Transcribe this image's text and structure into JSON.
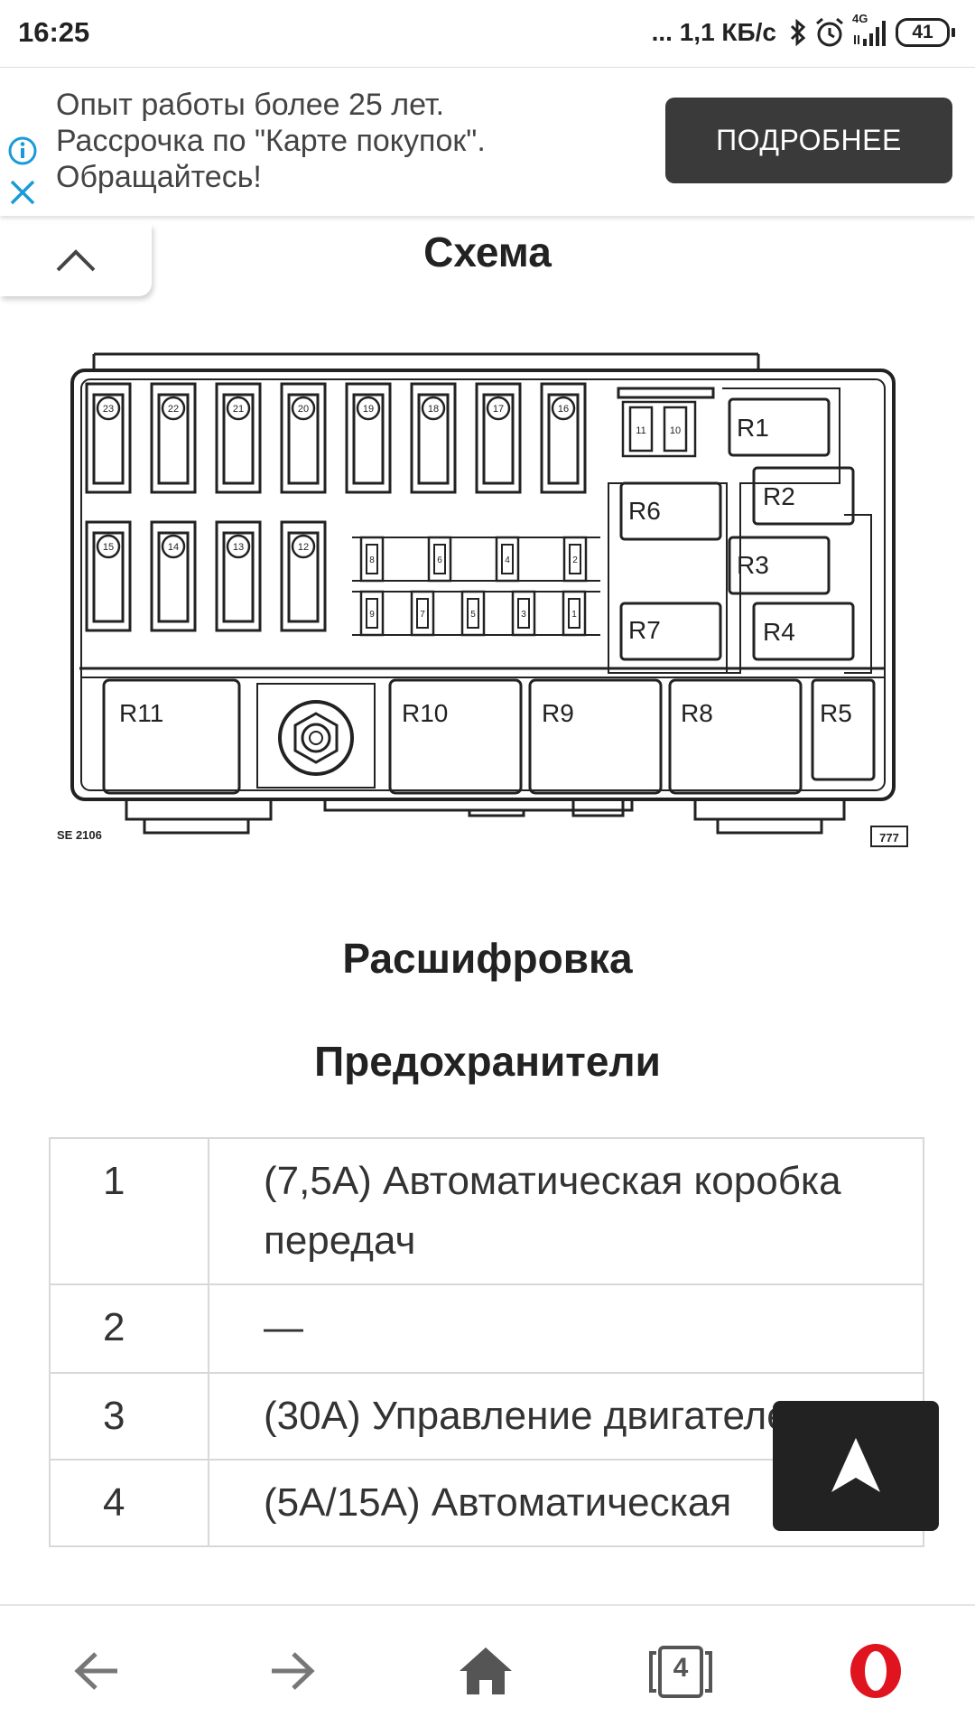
{
  "status_bar": {
    "time": "16:25",
    "network_speed": "... 1,1 КБ/с",
    "network_type": "4G",
    "battery": "41",
    "icons": [
      "bluetooth-icon",
      "alarm-icon",
      "signal-icon",
      "battery-icon"
    ]
  },
  "ad": {
    "lines": [
      "Опыт работы более 25 лет.",
      "Рассрочка по \"Карте покупок\".",
      "Обращайтесь!"
    ],
    "button_label": "ПОДРОБНЕЕ",
    "icons": [
      "info-icon",
      "close-icon"
    ],
    "accent_color": "#1a9bd7"
  },
  "page": {
    "schema_heading": "Схема",
    "decode_heading": "Расшифровка",
    "fuses_heading": "Предохранители"
  },
  "diagram": {
    "fuses_row_top": [
      "23",
      "22",
      "21",
      "20",
      "19",
      "18",
      "17",
      "16"
    ],
    "fuses_row_middle": [
      "15",
      "14",
      "13",
      "12"
    ],
    "mini_fuses_top": [
      "8",
      "6",
      "4",
      "2"
    ],
    "mini_fuses_bottom": [
      "9",
      "7",
      "5",
      "3",
      "1"
    ],
    "small_fuses": [
      "11",
      "10"
    ],
    "relays": [
      "R1",
      "R2",
      "R3",
      "R4",
      "R5",
      "R6",
      "R7",
      "R8",
      "R9",
      "R10",
      "R11"
    ],
    "code_left": "SE 2106",
    "code_right": "777"
  },
  "fuse_table": [
    {
      "number": "1",
      "description": "(7,5А) Автоматическая коробка передач"
    },
    {
      "number": "2",
      "description": "—"
    },
    {
      "number": "3",
      "description": "(30А) Управление двигателем"
    },
    {
      "number": "4",
      "description": "(5А/15А) Автоматическая"
    }
  ],
  "bottom_nav": {
    "tabs_count": "4",
    "icons": [
      "back-arrow-icon",
      "forward-arrow-icon",
      "home-icon",
      "tabs-icon",
      "opera-menu-icon"
    ],
    "opera_color": "#e0141e"
  }
}
